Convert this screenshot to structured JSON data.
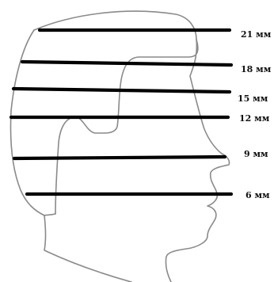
{
  "levels": [
    {
      "label": "21 мм"
    },
    {
      "label": "18 мм"
    },
    {
      "label": "15 мм"
    },
    {
      "label": "12 мм"
    },
    {
      "label": "9 мм"
    },
    {
      "label": "6 мм"
    }
  ],
  "colors": {
    "outline": "#8a8a8a",
    "line": "#000000",
    "text": "#111111",
    "background": "#ffffff"
  }
}
